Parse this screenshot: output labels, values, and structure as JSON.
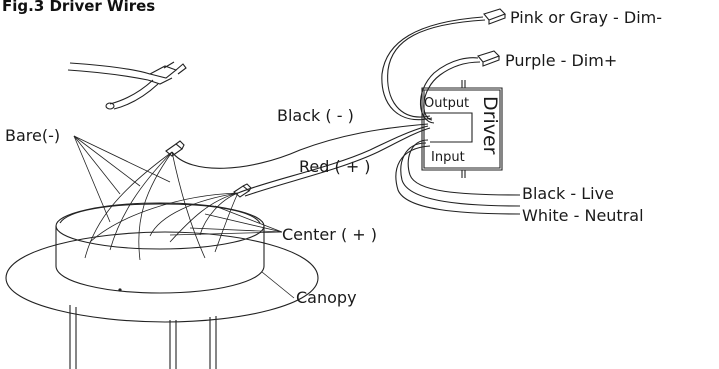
{
  "figure": {
    "title": "Fig.3  Driver Wires"
  },
  "labels": {
    "pink_gray": "Pink or Gray - Dim-",
    "purple": "Purple - Dim+",
    "black_neg": "Black ( - )",
    "red_pos": "Red ( + )",
    "bare": "Bare(-)",
    "center": "Center ( + )",
    "canopy": "Canopy",
    "black_live": "Black - Live",
    "white_neutral": "White - Neutral"
  },
  "driver": {
    "name": "Driver",
    "output": "Output",
    "input": "Input"
  }
}
